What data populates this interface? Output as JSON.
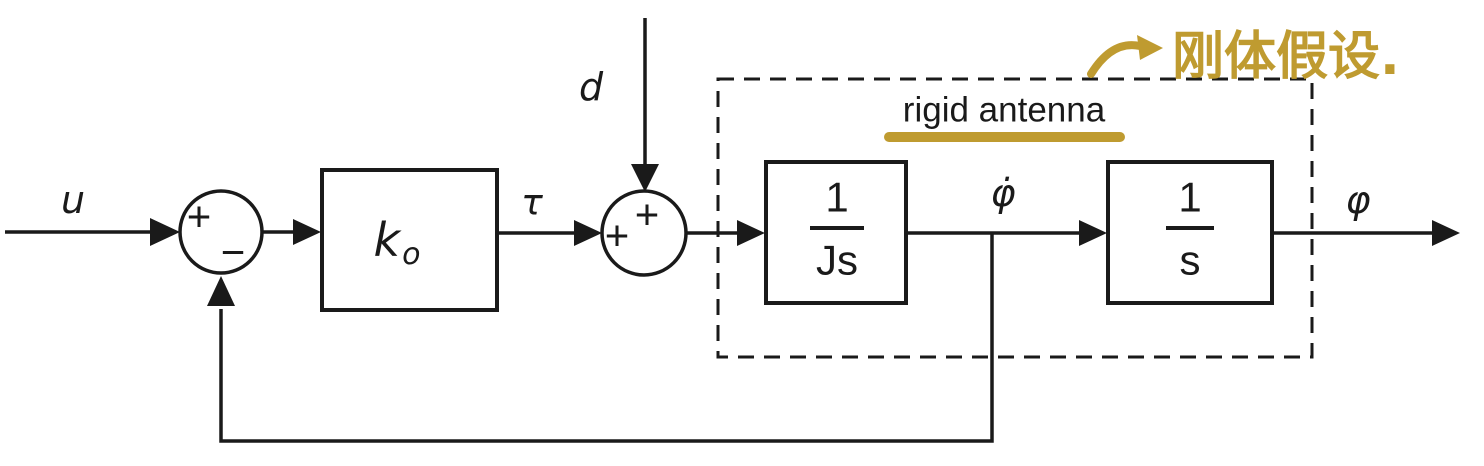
{
  "colors": {
    "ink": "#1a1a1a",
    "gold": "#bf9b30",
    "background": "#ffffff"
  },
  "signals": {
    "input": "u",
    "torque": "τ",
    "disturbance": "d",
    "angular_rate": "φ̇",
    "output": "φ"
  },
  "summing_junctions": {
    "sum1": {
      "plus_sign": "+",
      "minus_sign": "−"
    },
    "sum2": {
      "left_plus_sign": "+",
      "top_plus_sign": "+"
    }
  },
  "blocks": {
    "gain": {
      "base": "k",
      "subscript": "o"
    },
    "inertia": {
      "numerator": "1",
      "denominator": "Js"
    },
    "integrator": {
      "numerator": "1",
      "denominator": "s"
    }
  },
  "plant": {
    "label": "rigid antenna"
  },
  "annotation": {
    "text": "刚体假设."
  }
}
